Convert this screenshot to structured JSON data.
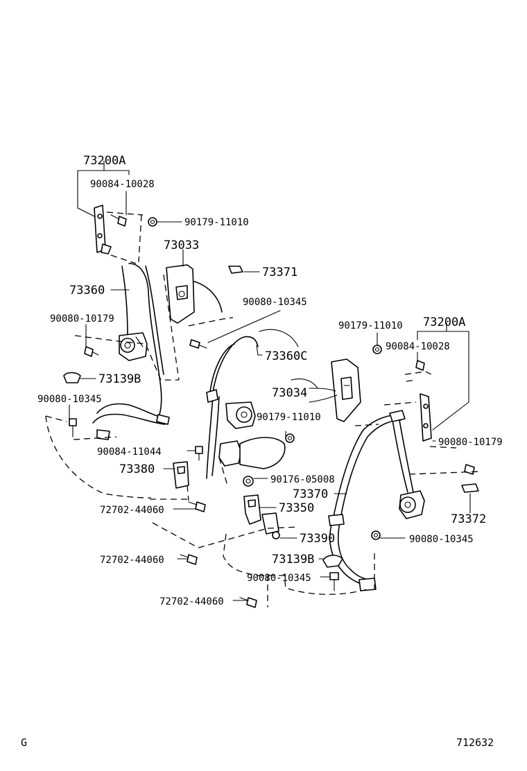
{
  "callouts": {
    "p73200a_left": "73200A",
    "p90084_10028_left": "90084-10028",
    "p90179_11010_top": "90179-11010",
    "p73033": "73033",
    "p73371": "73371",
    "p73360": "73360",
    "p90080_10345_top": "90080-10345",
    "p90080_10179_left": "90080-10179",
    "p73139b_left": "73139B",
    "p90080_10345_left": "90080-10345",
    "p73360c": "73360C",
    "p90179_11010_right": "90179-11010",
    "p73200a_right": "73200A",
    "p90084_10028_right": "90084-10028",
    "p73034": "73034",
    "p90179_11010_mid": "90179-11010",
    "p90080_10179_right": "90080-10179",
    "p90084_11044": "90084-11044",
    "p73380": "73380",
    "p90176_05008": "90176-05008",
    "p73370": "73370",
    "p72702_44060_a": "72702-44060",
    "p73350": "73350",
    "p73372": "73372",
    "p73390": "73390",
    "p90080_10345_right": "90080-10345",
    "p72702_44060_b": "72702-44060",
    "p73139b_bottom": "73139B",
    "p90080_10345_bottom": "90080-10345",
    "p72702_44060_c": "72702-44060"
  },
  "footer": {
    "left_code": "G",
    "figure_number": "712632"
  }
}
